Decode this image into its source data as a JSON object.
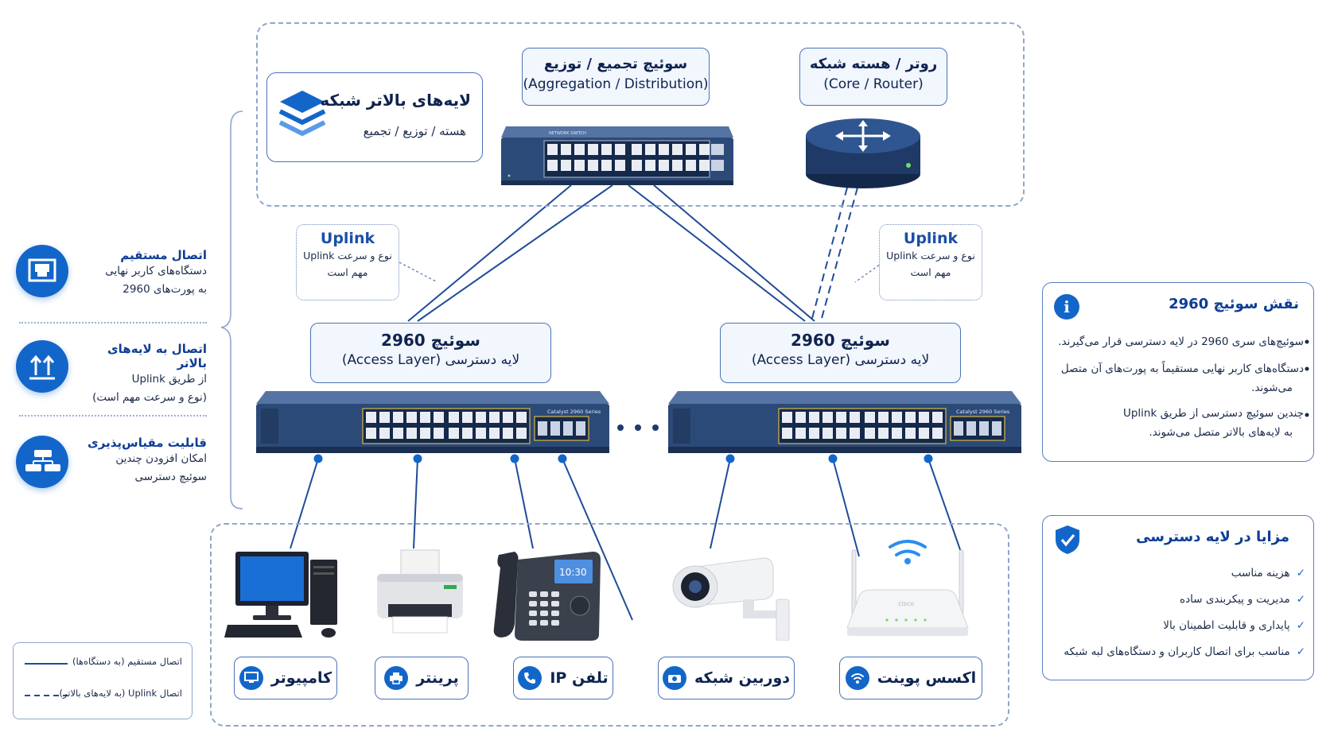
{
  "upper_layers": {
    "title": "لایه‌های بالاتر شبکه",
    "subtitle": "هسته / توزیع / تجمیع",
    "icon": "layers-icon"
  },
  "aggregation": {
    "title": "سوئیچ تجمیع / توزیع",
    "subtitle": "(Aggregation / Distribution)"
  },
  "core": {
    "title": "روتر / هسته شبکه",
    "subtitle": "(Core / Router)"
  },
  "callout_left": {
    "title": "Uplink",
    "line1": "نوع و سرعت Uplink",
    "line2": "مهم است"
  },
  "callout_right": {
    "title": "Uplink",
    "line1": "نوع و سرعت Uplink",
    "line2": "مهم است"
  },
  "access_left": {
    "title": "سوئیچ 2960",
    "subtitle": "لایه دسترسی (Access Layer)",
    "model": "Catalyst 2960 Series"
  },
  "access_right": {
    "title": "سوئیچ 2960",
    "subtitle": "لایه دسترسی (Access Layer)",
    "model": "Catalyst 2960 Series"
  },
  "aggregation_switch_brand": "NETWORK SWITCH",
  "phone_screen": "10:30",
  "ap_brand": "cisco",
  "left_items": [
    {
      "title": "اتصال مستقیم",
      "line1": "دستگاه‌های کاربر نهایی",
      "line2": "به پورت‌های 2960",
      "icon": "ethernet-port-icon"
    },
    {
      "title": "اتصال به لایه‌های بالاتر",
      "line1": "از طریق Uplink",
      "line2": "(نوع و سرعت مهم است)",
      "icon": "uplink-arrows-icon"
    },
    {
      "title": "قابلیت مقیاس‌پذیری",
      "line1": "امکان افزودن چندین",
      "line2": "سوئیچ دسترسی",
      "icon": "switches-stack-icon"
    }
  ],
  "role_panel": {
    "title": "نقش سوئیچ 2960",
    "icon": "info-icon",
    "bullets": [
      "سوئیچ‌های سری 2960 در لایه دسترسی قرار می‌گیرند.",
      "دستگاه‌های کاربر نهایی مستقیماً به پورت‌های آن متصل",
      "می‌شوند.",
      "چندین سوئیچ دسترسی از طریق Uplink",
      "به لایه‌های بالاتر متصل می‌شوند."
    ]
  },
  "benefits_panel": {
    "title": "مزایا در لایه دسترسی",
    "icon": "shield-check-icon",
    "items": [
      "هزینه مناسب",
      "مدیریت و پیکربندی ساده",
      "پایداری و قابلیت اطمینان بالا",
      "مناسب برای اتصال کاربران و دستگاه‌های لبه شبکه"
    ]
  },
  "devices": [
    {
      "label": "کامپیوتر",
      "icon": "monitor-icon"
    },
    {
      "label": "پرینتر",
      "icon": "printer-icon"
    },
    {
      "label": "تلفن IP",
      "icon": "phone-icon"
    },
    {
      "label": "دوربین شبکه",
      "icon": "camera-icon"
    },
    {
      "label": "اکسس پوینت",
      "icon": "wifi-icon"
    }
  ],
  "legend": {
    "solid": "اتصال مستقیم (به دستگاه‌ها)",
    "dashed": "اتصال Uplink (به لایه‌های بالاتر)"
  },
  "colors": {
    "primary": "#1366c9",
    "navy": "#0f2350",
    "switch_body": "#2c4a78",
    "border": "#4b72b8"
  }
}
